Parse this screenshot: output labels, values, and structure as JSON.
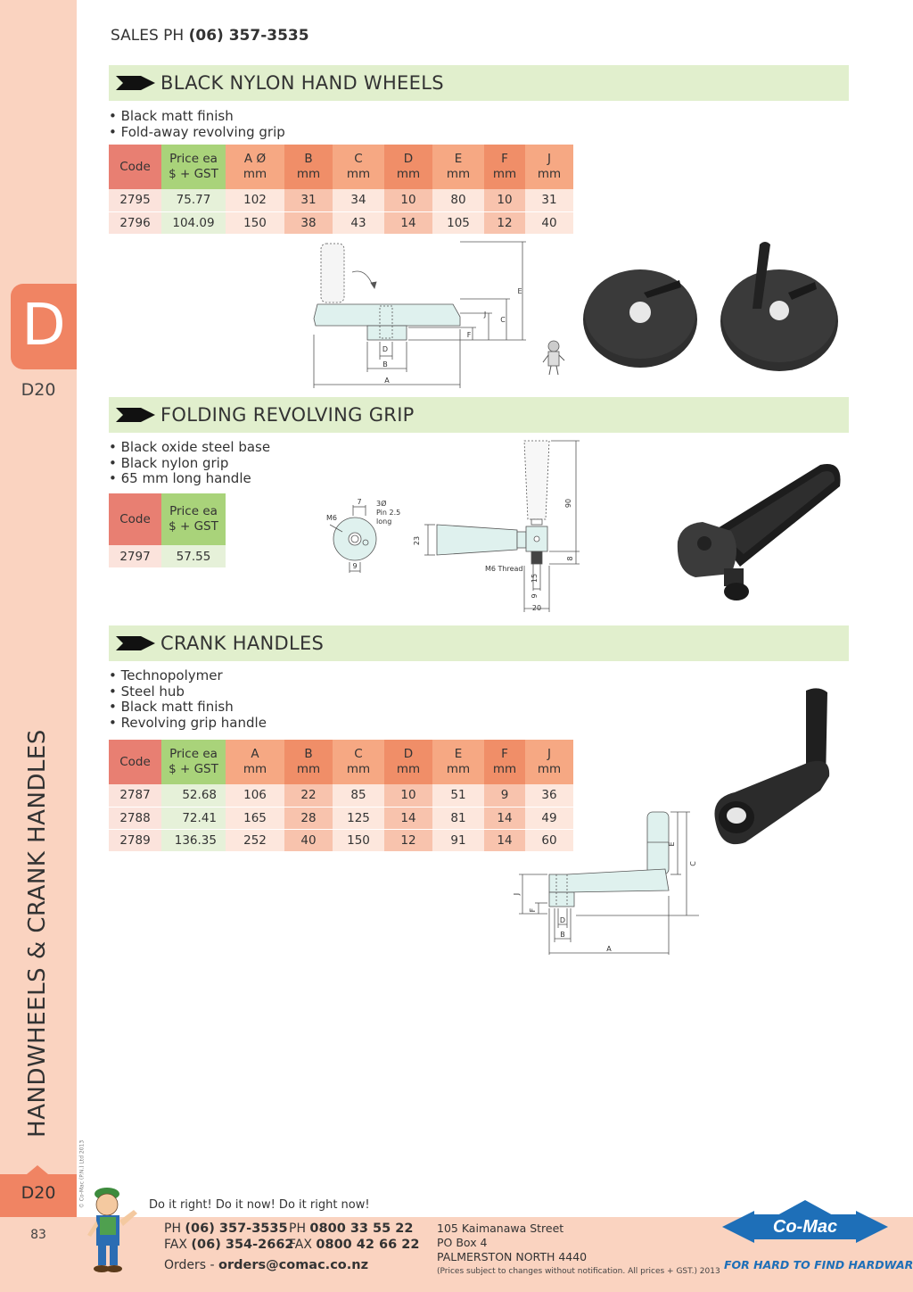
{
  "header": {
    "sales_prefix": "SALES  PH ",
    "sales_phone": "(06) 357-3535"
  },
  "sidebar": {
    "tab_letter": "D",
    "code": "D20",
    "vertical_title": "HANDWHEELS & CRANK HANDLES",
    "bottom_code": "D20",
    "page_number": "83",
    "copyright": "© Co-Mac (P.N.) Ltd 2013"
  },
  "sections": {
    "handwheels": {
      "title": "BLACK NYLON HAND WHEELS",
      "bullets": [
        "• Black matt finish",
        "• Fold-away revolving grip"
      ],
      "headers": [
        [
          "Code"
        ],
        [
          "Price ea",
          "$ + GST"
        ],
        [
          "A Ø",
          "mm"
        ],
        [
          "B",
          "mm"
        ],
        [
          "C",
          "mm"
        ],
        [
          "D",
          "mm"
        ],
        [
          "E",
          "mm"
        ],
        [
          "F",
          "mm"
        ],
        [
          "J",
          "mm"
        ]
      ],
      "rows": [
        [
          "2795",
          "75.77",
          "102",
          "31",
          "34",
          "10",
          "80",
          "10",
          "31"
        ],
        [
          "2796",
          "104.09",
          "150",
          "38",
          "43",
          "14",
          "105",
          "12",
          "40"
        ]
      ],
      "dims": {
        "a": "A",
        "b": "B",
        "c": "C",
        "d": "D",
        "e": "E",
        "f": "F",
        "j": "J"
      }
    },
    "grip": {
      "title": "FOLDING REVOLVING GRIP",
      "bullets": [
        "• Black oxide steel base",
        "• Black nylon grip",
        "• 65 mm long handle"
      ],
      "headers": [
        [
          "Code"
        ],
        [
          "Price ea",
          "$ + GST"
        ]
      ],
      "rows": [
        [
          "2797",
          "57.55"
        ]
      ],
      "dims": {
        "m6": "M6",
        "seven": "7",
        "pin1": "3Ø",
        "pin2": "Pin 2.5",
        "pin3": "long",
        "nine": "9",
        "twentythree": "23",
        "ninety": "90",
        "eight": "8",
        "thread": "M6 Thread",
        "e15": "15",
        "e9": "9",
        "twenty": "20"
      }
    },
    "crank": {
      "title": "CRANK HANDLES",
      "bullets": [
        "• Technopolymer",
        "• Steel hub",
        "• Black matt finish",
        "• Revolving grip handle"
      ],
      "headers": [
        [
          "Code"
        ],
        [
          "Price ea",
          "$ + GST"
        ],
        [
          "A",
          "mm"
        ],
        [
          "B",
          "mm"
        ],
        [
          "C",
          "mm"
        ],
        [
          "D",
          "mm"
        ],
        [
          "E",
          "mm"
        ],
        [
          "F",
          "mm"
        ],
        [
          "J",
          "mm"
        ]
      ],
      "rows": [
        [
          "2787",
          "52.68",
          "106",
          "22",
          "85",
          "10",
          "51",
          "9",
          "36"
        ],
        [
          "2788",
          "72.41",
          "165",
          "28",
          "125",
          "14",
          "81",
          "14",
          "49"
        ],
        [
          "2789",
          "136.35",
          "252",
          "40",
          "150",
          "12",
          "91",
          "14",
          "60"
        ]
      ],
      "dims": {
        "a": "A",
        "b": "B",
        "c": "C",
        "d": "D",
        "e": "E",
        "f": "F",
        "j": "J"
      }
    }
  },
  "footer": {
    "tagline": "Do it right!  Do it now! Do it right now!",
    "ph_label": "PH ",
    "ph_value": "(06) 357-3535",
    "fax_label": "FAX ",
    "fax_value": "(06) 354-2662",
    "ph2_label": "PH ",
    "ph2_value": "0800 33 55 22",
    "fax2_label": "FAX ",
    "fax2_value": "0800 42 66 22",
    "orders_label": "Orders - ",
    "orders_value": "orders@comac.co.nz",
    "address": [
      "105 Kaimanawa Street",
      "PO Box 4",
      "PALMERSTON NORTH 4440"
    ],
    "note": "(Prices subject to changes without notification.  All prices + GST.)  2013",
    "logo_text": "Co-Mac",
    "logo_tagline": "FOR HARD TO FIND HARDWARE"
  },
  "colors": {
    "accent": "#f08463",
    "sidebar": "#fad3c0",
    "section_bar": "#e1efcd",
    "code_col": "#e87f72",
    "price_col": "#a9d37a",
    "brand_blue": "#1e6fb8"
  }
}
